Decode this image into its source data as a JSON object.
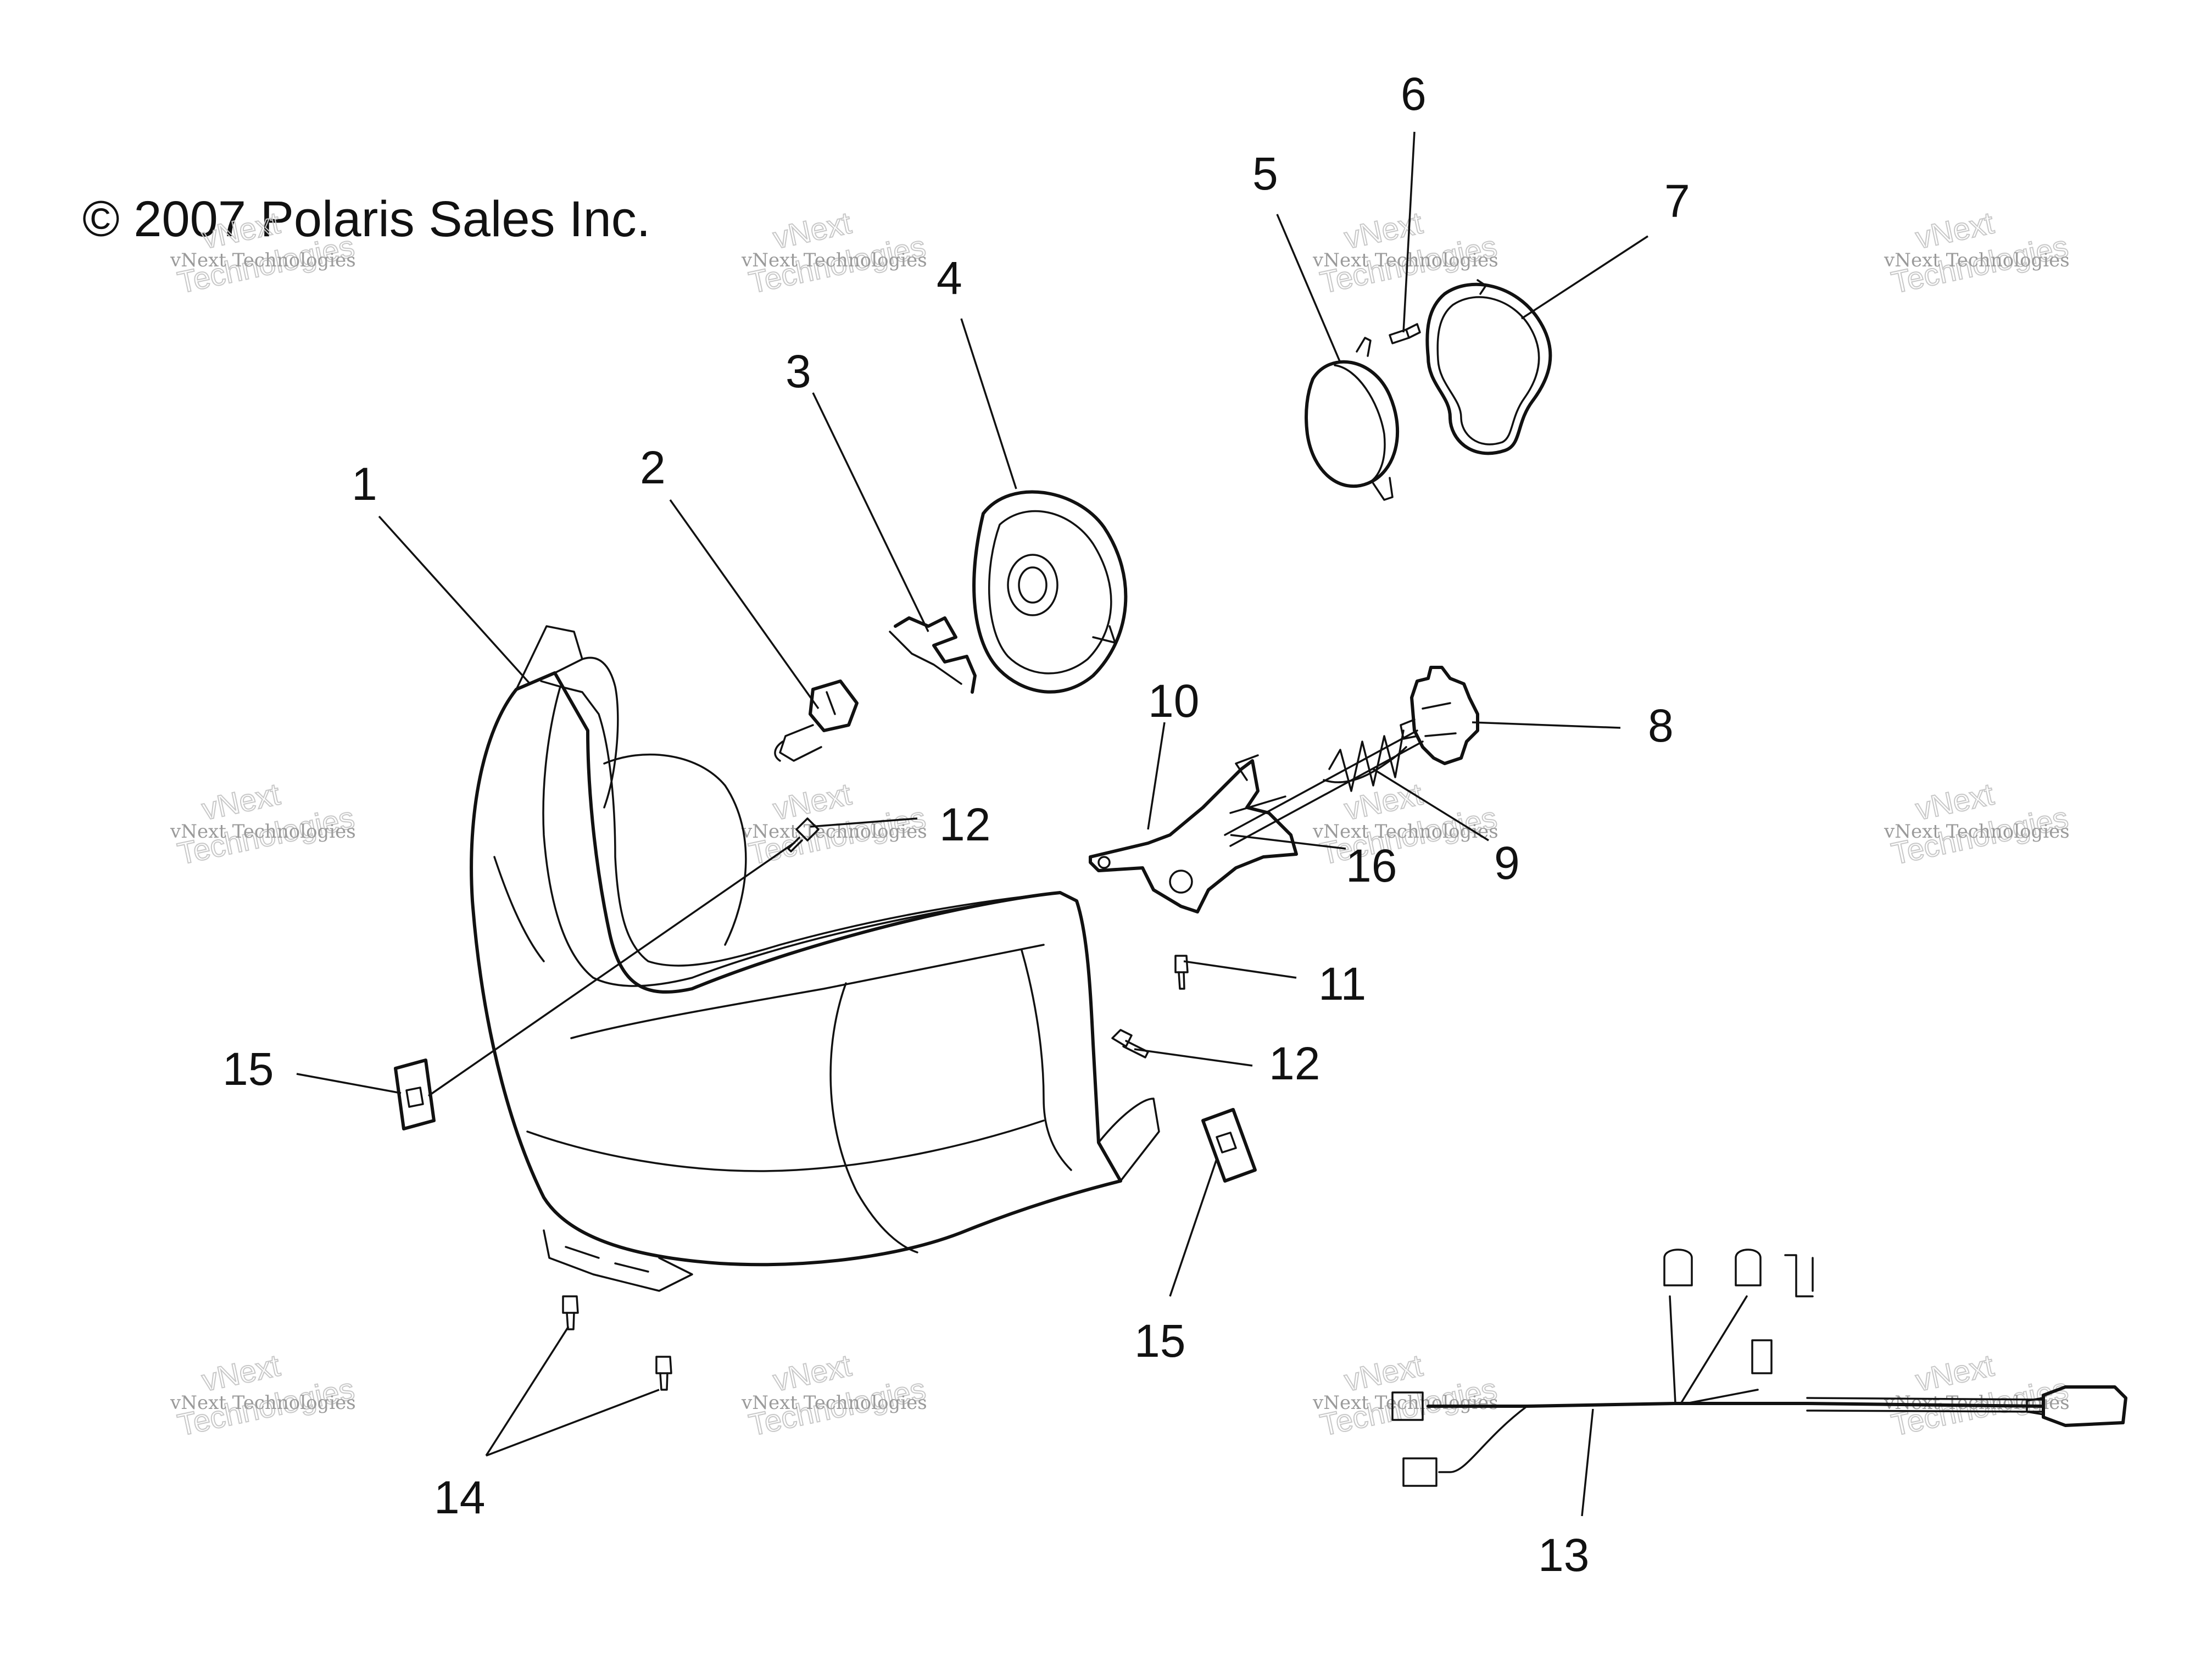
{
  "copyright": "© 2007 Polaris Sales Inc.",
  "watermark": {
    "line_small": "vNext Technologies",
    "line_outline_1": "vNext",
    "line_outline_2": "Technologies"
  },
  "callouts": [
    "1",
    "2",
    "3",
    "4",
    "5",
    "6",
    "7",
    "8",
    "9",
    "10",
    "11",
    "12",
    "12",
    "13",
    "14",
    "15",
    "15",
    "16"
  ]
}
